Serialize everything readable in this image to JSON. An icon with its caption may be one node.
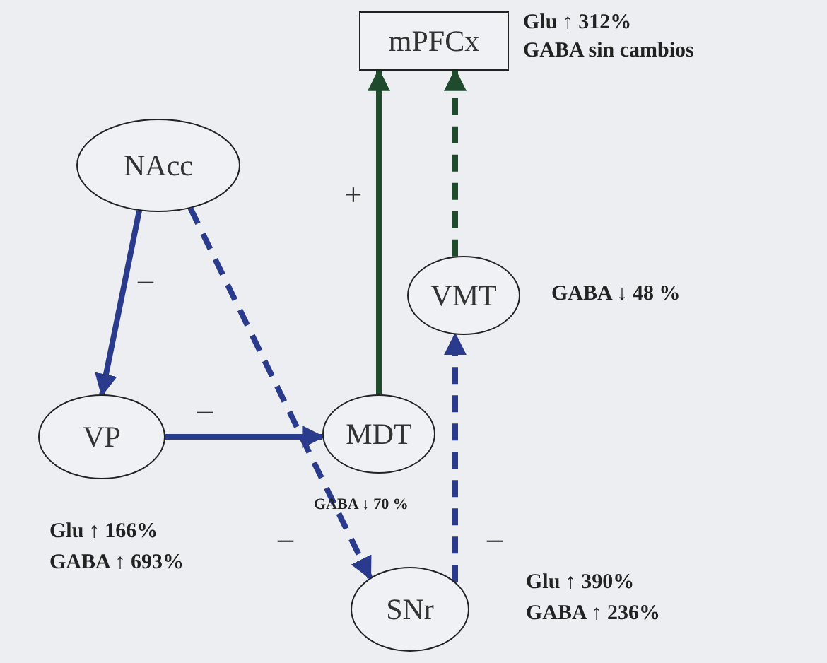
{
  "diagram": {
    "nodes": [
      {
        "text": [
          "mPFCx"
        ],
        "beside": [
          "Glu ↑ 312%",
          "GABA sin cambios"
        ]
      },
      {
        "text": [
          "NAcc"
        ]
      },
      {
        "text": [
          "VMT"
        ],
        "beside": [
          "GABA ↓ 48 %"
        ]
      },
      {
        "text": [
          "VP"
        ],
        "beside": [
          "Glu ↑ 166%",
          "GABA ↑ 693%"
        ]
      },
      {
        "text": [
          "MDT"
        ],
        "beside": [
          "GABA ↓ 70 %"
        ]
      },
      {
        "text": [
          "SNr"
        ],
        "beside": [
          "Glu ↑ 390%",
          "GABA ↑ 236%"
        ]
      }
    ],
    "edges": [
      {
        "from": 1,
        "to": 3,
        "arrow": "to",
        "label": "–"
      },
      {
        "from": 1,
        "to": 5,
        "arrow": "to",
        "label": "–",
        "style": "dashed"
      },
      {
        "from": 3,
        "to": 4,
        "arrow": "to",
        "label": "–"
      },
      {
        "from": 4,
        "to": 0,
        "arrow": "to",
        "label": "+",
        "color": "#1f4a2c"
      },
      {
        "from": 2,
        "to": 0,
        "arrow": "to",
        "style": "dashed",
        "color": "#1f4a2c"
      },
      {
        "from": 5,
        "to": 2,
        "arrow": "to",
        "label": "–",
        "style": "dashed"
      }
    ]
  }
}
